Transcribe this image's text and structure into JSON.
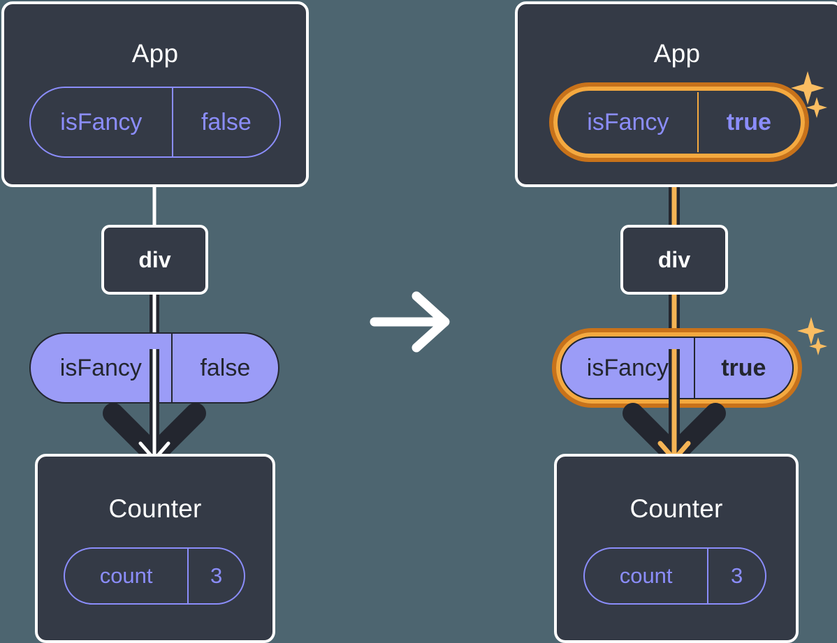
{
  "diagram": {
    "type": "react-state-propagation",
    "title_left": "App",
    "title_right": "App",
    "transition_icon": "arrow-right-icon",
    "background_color": "#4d6570",
    "panel_color": "#343a46",
    "pill_solid_color": "#9b9cf7",
    "pill_outline_color": "#8b8dfb",
    "highlight_color_outer": "#c8721a",
    "highlight_color_inner": "#f5a93f",
    "sparkle_color": "#fabd62",
    "text_color": "#ffffff"
  },
  "before": {
    "app": {
      "title": "App",
      "state": {
        "key": "isFancy",
        "value": "false",
        "highlighted": false
      }
    },
    "div": {
      "label": "div"
    },
    "prop": {
      "key": "isFancy",
      "value": "false",
      "highlighted": false,
      "bold_value": false
    },
    "counter": {
      "title": "Counter",
      "state": {
        "key": "count",
        "value": "3"
      }
    },
    "connector_color": "#ffffff"
  },
  "after": {
    "app": {
      "title": "App",
      "state": {
        "key": "isFancy",
        "value": "true",
        "highlighted": true
      }
    },
    "div": {
      "label": "div"
    },
    "prop": {
      "key": "isFancy",
      "value": "true",
      "highlighted": true,
      "bold_value": true
    },
    "counter": {
      "title": "Counter",
      "state": {
        "key": "count",
        "value": "3"
      }
    },
    "connector_color": "#f5b455",
    "sparkles": [
      "sparkle-large",
      "sparkle-small"
    ]
  }
}
